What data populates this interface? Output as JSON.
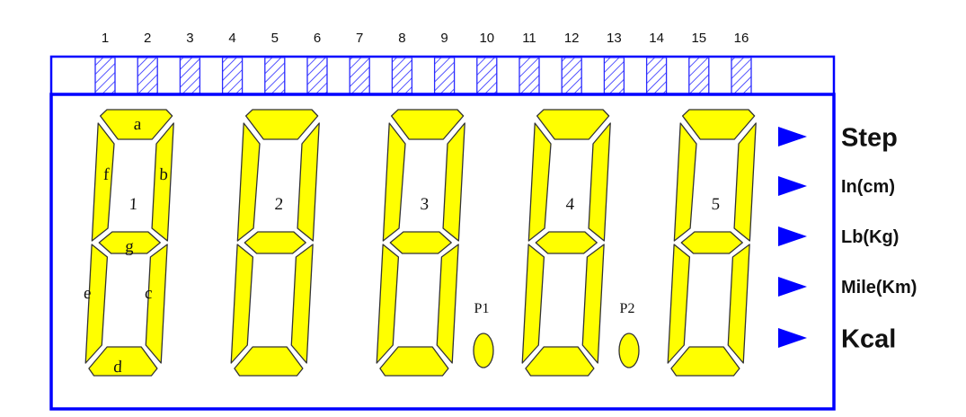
{
  "pins": [
    "1",
    "2",
    "3",
    "4",
    "5",
    "6",
    "7",
    "8",
    "9",
    "10",
    "11",
    "12",
    "13",
    "14",
    "15",
    "16"
  ],
  "digits": [
    "1",
    "2",
    "3",
    "4",
    "5"
  ],
  "segment_labels": {
    "a": "a",
    "b": "b",
    "c": "c",
    "d": "d",
    "e": "e",
    "f": "f",
    "g": "g"
  },
  "points": [
    "P1",
    "P2"
  ],
  "units": [
    "Step",
    "In(cm)",
    "Lb(Kg)",
    "Mile(Km)",
    "Kcal"
  ],
  "colors": {
    "frame": "#0000ff",
    "segment": "#ffff00",
    "outline": "#333333"
  }
}
